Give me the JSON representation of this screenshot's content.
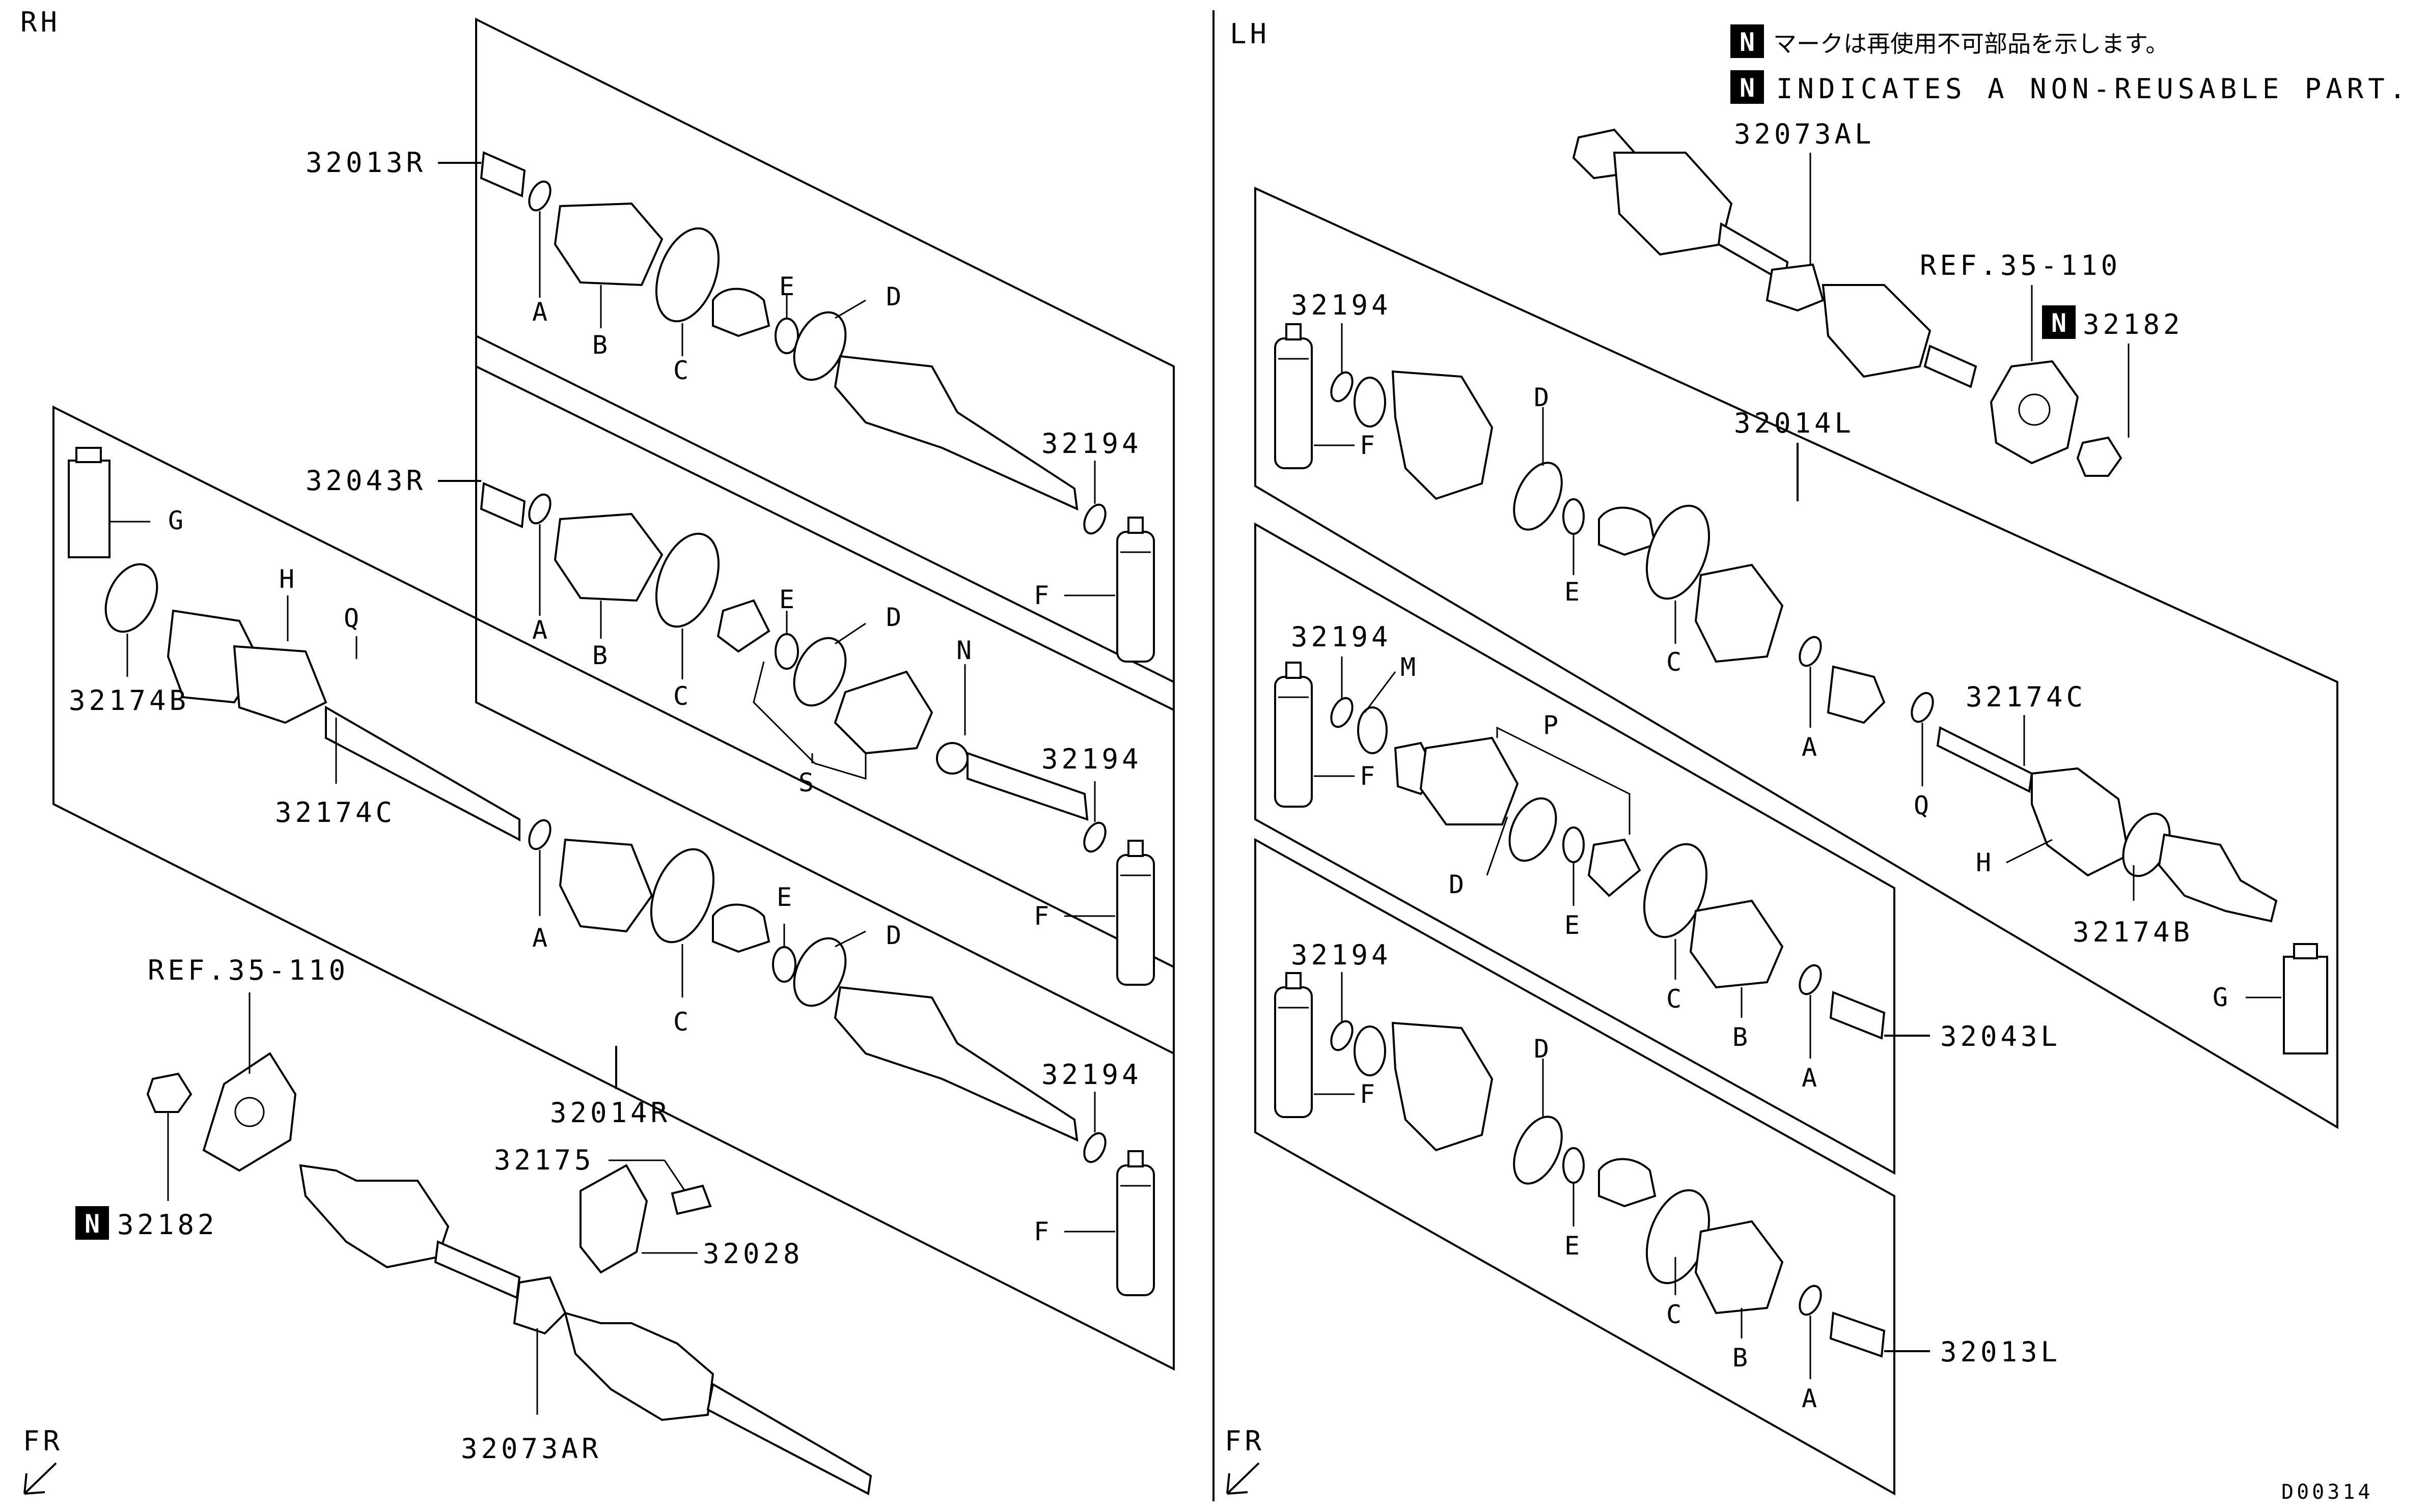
{
  "sides": {
    "right": "RH",
    "left": "LH"
  },
  "front_indicator": "FR",
  "diagram_code": "D00314",
  "notice": {
    "badge": "N",
    "japanese": "マークは再使用不可部品を示します。",
    "english": "INDICATES A NON-REUSABLE PART."
  },
  "rh": {
    "assembly_32013R": "32013R",
    "assembly_32043R": "32043R",
    "assembly_32014R": "32014R",
    "assembly_32073AR": "32073AR",
    "part_32174B": "32174B",
    "part_32174C": "32174C",
    "part_32194_a": "32194",
    "part_32194_b": "32194",
    "part_32194_c": "32194",
    "part_32175": "32175",
    "part_32028": "32028",
    "part_32182": "32182",
    "ref": "REF.35-110",
    "letters": {
      "a1": "A",
      "b1": "B",
      "c1": "C",
      "e1": "E",
      "d1": "D",
      "a2": "A",
      "b2": "B",
      "c2": "C",
      "e2": "E",
      "d2": "D",
      "s": "S",
      "n": "N",
      "f1": "F",
      "f2": "F",
      "f3": "F",
      "g": "G",
      "h": "H",
      "q": "Q",
      "a3": "A",
      "c3": "C",
      "e3": "E",
      "d3": "D"
    }
  },
  "lh": {
    "assembly_32073AL": "32073AL",
    "assembly_32014L": "32014L",
    "assembly_32043L": "32043L",
    "assembly_32013L": "32013L",
    "part_32174C": "32174C",
    "part_32174B": "32174B",
    "part_32194_a": "32194",
    "part_32194_b": "32194",
    "part_32194_c": "32194",
    "part_32182": "32182",
    "ref": "REF.35-110",
    "letters": {
      "f1": "F",
      "d1": "D",
      "e1": "E",
      "c1": "C",
      "a1": "A",
      "q": "Q",
      "h": "H",
      "g": "G",
      "m": "M",
      "p": "P",
      "f2": "F",
      "d2": "D",
      "e2": "E",
      "c2": "C",
      "b2": "B",
      "a2": "A",
      "f3": "F",
      "d3": "D",
      "e3": "E",
      "c3": "C",
      "b3": "B",
      "a3": "A"
    }
  }
}
